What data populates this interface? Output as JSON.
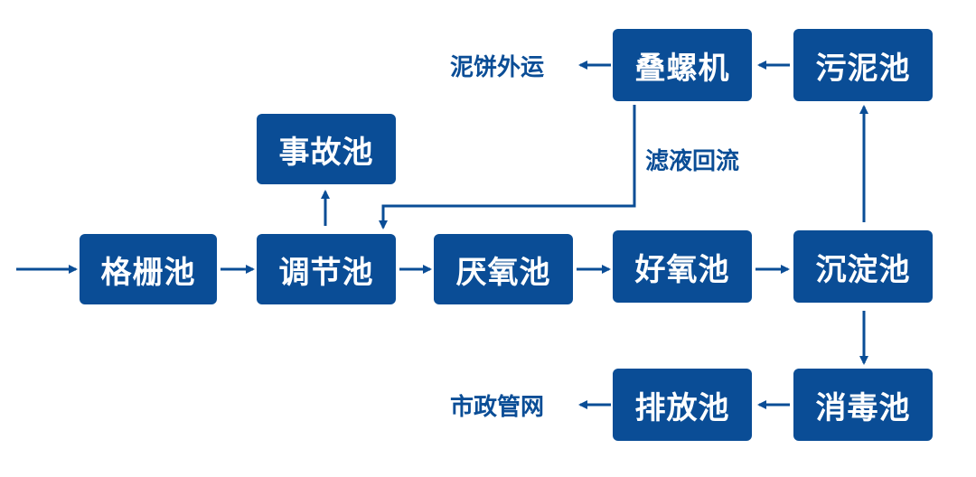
{
  "colors": {
    "box": "#0a4d96",
    "text": "#ffffff",
    "arrow": "#0a4d96"
  },
  "nodes": {
    "grille": "格栅池",
    "regulating": "调节池",
    "accident": "事故池",
    "anaerobic": "厌氧池",
    "aerobic": "好氧池",
    "sedimentation": "沉淀池",
    "sludge": "污泥池",
    "screw_press": "叠螺机",
    "disinfection": "消毒池",
    "discharge": "排放池"
  },
  "labels": {
    "cake_transport": "泥饼外运",
    "filtrate_return": "滤液回流",
    "municipal": "市政管网"
  }
}
